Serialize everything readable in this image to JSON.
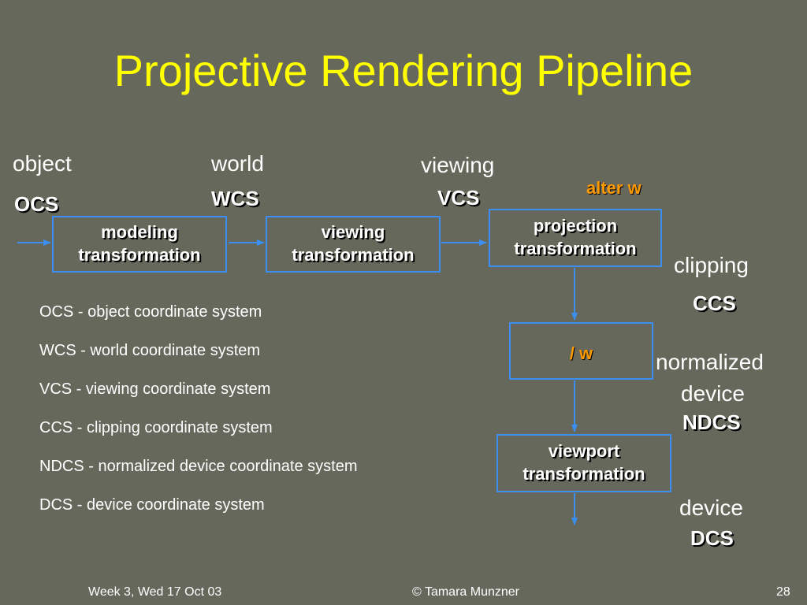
{
  "title": "Projective Rendering Pipeline",
  "spaces": {
    "object": {
      "label": "object",
      "acronym": "OCS"
    },
    "world": {
      "label": "world",
      "acronym": "WCS"
    },
    "viewing": {
      "label": "viewing",
      "acronym": "VCS"
    },
    "clipping": {
      "label": "clipping",
      "acronym": "CCS"
    },
    "normalized": {
      "label_line1": "normalized",
      "label_line2": "device",
      "acronym": "NDCS"
    },
    "device": {
      "label": "device",
      "acronym": "DCS"
    }
  },
  "boxes": {
    "modeling": {
      "line1": "modeling",
      "line2": "transformation"
    },
    "viewing": {
      "line1": "viewing",
      "line2": "transformation"
    },
    "projection": {
      "line1": "projection",
      "line2": "transformation"
    },
    "divide": {
      "line1": "/ w"
    },
    "viewport": {
      "line1": "viewport",
      "line2": "transformation"
    }
  },
  "annotation": "alter w",
  "legend": [
    "OCS - object coordinate system",
    "WCS - world coordinate system",
    "VCS - viewing coordinate system",
    "CCS - clipping coordinate system",
    "NDCS - normalized device coordinate system",
    "DCS - device coordinate system"
  ],
  "footer": {
    "left": "Week 3, Wed  17 Oct 03",
    "center": "© Tamara Munzner",
    "right": "28"
  },
  "colors": {
    "background": "#66685c",
    "title": "#ffff00",
    "arrow": "#3a8ff0",
    "annotation": "#ff9900"
  }
}
